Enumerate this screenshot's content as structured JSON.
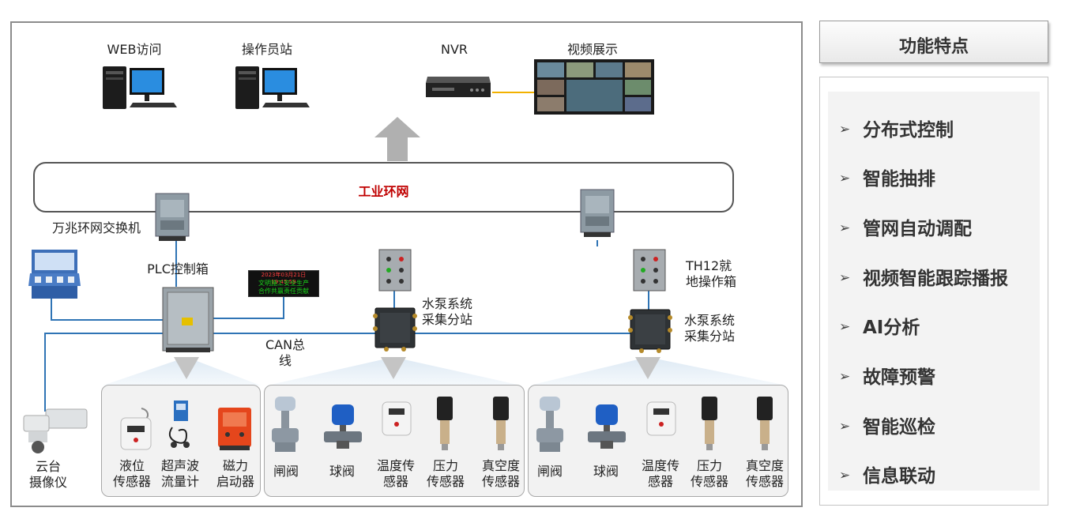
{
  "diagram": {
    "top_devices": {
      "web": "WEB访问",
      "operator": "操作员站",
      "nvr": "NVR",
      "video": "视频展示"
    },
    "ring_title": "工业环网",
    "switch_label": "万兆环网交换机",
    "plc_label": "PLC控制箱",
    "led_lines": [
      "2023年03月21日 19:45:59",
      "文明施工安全生产",
      "合作共赢责任贡献"
    ],
    "th12_lines": [
      "TH12就",
      "地操作箱"
    ],
    "station1_lines": [
      "水泵系统",
      "采集分站"
    ],
    "station2_lines": [
      "水泵系统",
      "采集分站"
    ],
    "can_lines": [
      "CAN总",
      "线"
    ],
    "camera_lines": [
      "云台",
      "摄像仪"
    ],
    "group1": [
      {
        "l1": "液位",
        "l2": "传感器"
      },
      {
        "l1": "超声波",
        "l2": "流量计"
      },
      {
        "l1": "磁力",
        "l2": "启动器"
      }
    ],
    "group2": [
      {
        "l1": "闸阀",
        "l2": ""
      },
      {
        "l1": "球阀",
        "l2": ""
      },
      {
        "l1": "温度传",
        "l2": "感器"
      },
      {
        "l1": "压力",
        "l2": "传感器"
      },
      {
        "l1": "真空度",
        "l2": "传感器"
      }
    ],
    "group3": [
      {
        "l1": "闸阀",
        "l2": ""
      },
      {
        "l1": "球阀",
        "l2": ""
      },
      {
        "l1": "温度传",
        "l2": "感器"
      },
      {
        "l1": "压力",
        "l2": "传感器"
      },
      {
        "l1": "真空度",
        "l2": "传感器"
      }
    ],
    "colors": {
      "line": "#2f74b5",
      "ring_title": "#c00000",
      "led_text": "#19d419"
    }
  },
  "panel": {
    "title": "功能特点",
    "features": [
      "分布式控制",
      "智能抽排",
      "管网自动调配",
      "视频智能跟踪播报",
      "AI分析",
      "故障预警",
      "智能巡检",
      "信息联动"
    ],
    "bullet": "➢"
  }
}
